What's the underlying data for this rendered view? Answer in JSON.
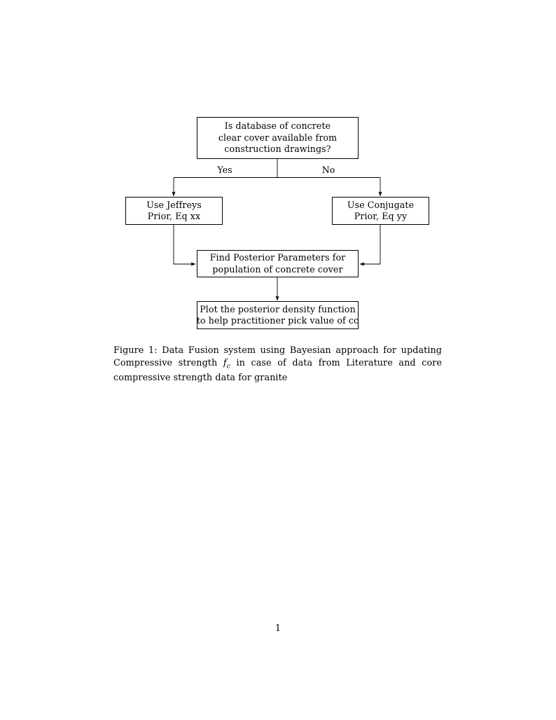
{
  "document": {
    "page_number": "1",
    "background_color": "#ffffff",
    "text_color": "#000000"
  },
  "figure": {
    "nodes": [
      {
        "id": "question",
        "lines": [
          "Is database of concrete",
          "clear cover available from",
          "construction drawings?"
        ]
      },
      {
        "id": "jeffreys",
        "lines": [
          "Use Jeffreys",
          "Prior, Eq xx"
        ]
      },
      {
        "id": "conjugate",
        "lines": [
          "Use Conjugate",
          "Prior, Eq yy"
        ]
      },
      {
        "id": "posterior",
        "lines": [
          "Find Posterior Parameters for",
          "population of concrete cover"
        ]
      },
      {
        "id": "plot",
        "lines": [
          "Plot the posterior density function",
          "to help practitioner pick value of cc"
        ]
      }
    ],
    "edge_labels": {
      "yes": "Yes",
      "no": "No"
    }
  },
  "caption": {
    "label": "Figure 1:",
    "text_before_symbol": "Data Fusion system using Bayesian approach for updating Compressive strength",
    "symbol": "f",
    "symbol_subscript": "c",
    "text_after_symbol": "in case of data from Literature and core compressive strength data for granite"
  }
}
